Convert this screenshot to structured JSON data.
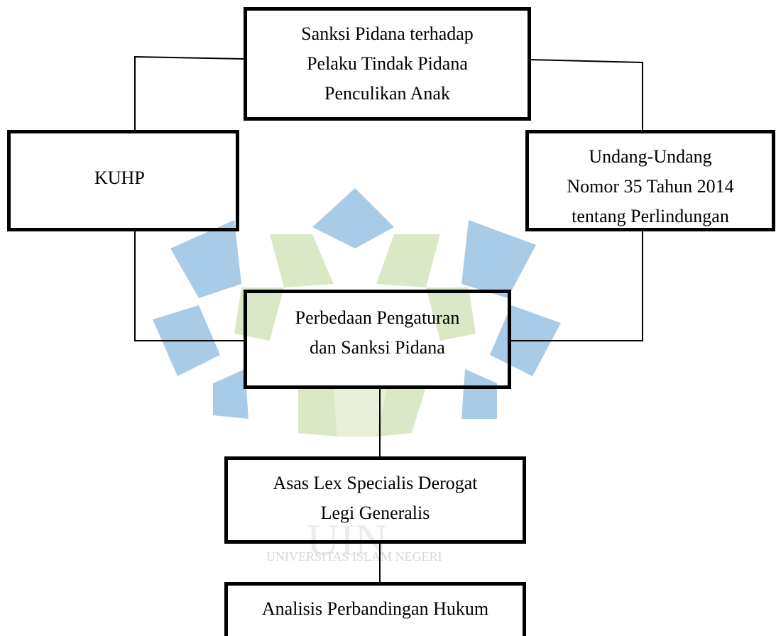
{
  "watermark": {
    "line1": "UNIVERSITAS ISLAM NEGERI",
    "blue": "#9fc6e6",
    "green": "#d8e6c0"
  },
  "boxes": {
    "top": "Sanksi Pidana terhadap\nPelaku Tindak Pidana\nPenculikan Anak",
    "left": "KUHP",
    "right": "Undang-Undang\nNomor 35 Tahun 2014\ntentang Perlindungan",
    "center": "Perbedaan Pengaturan\ndan Sanksi Pidana",
    "asas": "Asas Lex Specialis Derogat\nLegi Generalis",
    "analisis": "Analisis Perbandingan Hukum"
  }
}
